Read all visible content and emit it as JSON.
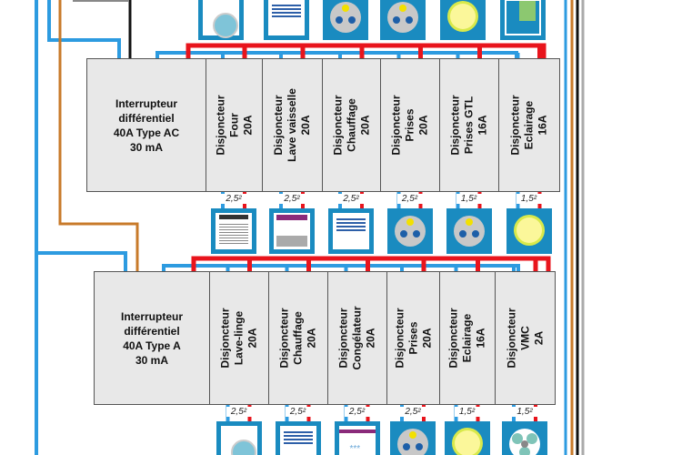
{
  "title": "Tableau électrique",
  "colors": {
    "phase": "#e8141c",
    "neutral": "#2d9be0",
    "earth": "#c87a2a",
    "icon_bg": "#1a8bc0",
    "breaker_bg": "#e8e8e8"
  },
  "top_supply_icons": [
    "washing-machine",
    "heater",
    "socket",
    "socket",
    "light-bulb",
    "water-heater"
  ],
  "row1": {
    "differential": {
      "line1": "Interrupteur",
      "line2": "différentiel",
      "line3": "40A Type AC",
      "line4": "30 mA"
    },
    "breakers": [
      {
        "l1": "Disjoncteur",
        "l2": "Four",
        "l3": "20A",
        "section": "2,5²",
        "icon": "oven"
      },
      {
        "l1": "Disjoncteur",
        "l2": "Lave vaisselle",
        "l3": "20A",
        "section": "2,5²",
        "icon": "dishwasher"
      },
      {
        "l1": "Disjoncteur",
        "l2": "Chauffage",
        "l3": "20A",
        "section": "2,5²",
        "icon": "heater"
      },
      {
        "l1": "Disjoncteur",
        "l2": "Prises",
        "l3": "20A",
        "section": "2,5²",
        "icon": "socket"
      },
      {
        "l1": "Disjoncteur",
        "l2": "Prises GTL",
        "l3": "16A",
        "section": "1,5²",
        "icon": "socket"
      },
      {
        "l1": "Disjoncteur",
        "l2": "Eclairage",
        "l3": "16A",
        "section": "1,5²",
        "icon": "light-bulb"
      }
    ]
  },
  "row2": {
    "differential": {
      "line1": "Interrupteur",
      "line2": "différentiel",
      "line3": "40A Type A",
      "line4": "30 mA"
    },
    "breakers": [
      {
        "l1": "Disjoncteur",
        "l2": "Lave-linge",
        "l3": "20A",
        "section": "2,5²",
        "icon": "washing-machine"
      },
      {
        "l1": "Disjoncteur",
        "l2": "Chauffage",
        "l3": "20A",
        "section": "2,5²",
        "icon": "heater"
      },
      {
        "l1": "Disjoncteur",
        "l2": "Congélateur",
        "l3": "20A",
        "section": "2,5²",
        "icon": "freezer"
      },
      {
        "l1": "Disjoncteur",
        "l2": "Prises",
        "l3": "20A",
        "section": "2,5²",
        "icon": "socket"
      },
      {
        "l1": "Disjoncteur",
        "l2": "Eclairage",
        "l3": "16A",
        "section": "1,5²",
        "icon": "light-bulb"
      },
      {
        "l1": "Disjoncteur",
        "l2": "VMC",
        "l3": "2A",
        "section": "1,5²",
        "icon": "fan"
      }
    ]
  }
}
